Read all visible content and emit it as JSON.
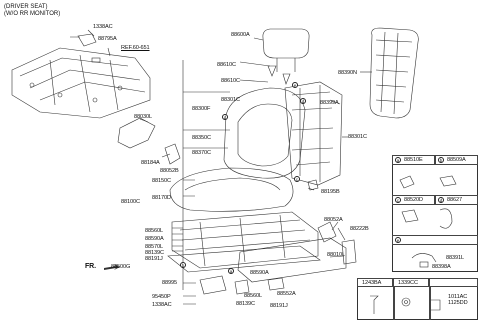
{
  "header": {
    "line1": "(DRIVER SEAT)",
    "line2": "(W/O RR MONITOR)"
  },
  "ref": "REF.60-651",
  "direction": "FR.",
  "labels": {
    "p1338AC_top": "1338AC",
    "p88795A": "88795A",
    "p88600A": "88600A",
    "p88610C_a": "88610C",
    "p88610C_b": "88610C",
    "p88301C_a": "88301C",
    "p88300F": "88300F",
    "p88390N": "88390N",
    "p88399A": "88399A",
    "p88030L": "88030L",
    "p88350C": "88350C",
    "p88370C": "88370C",
    "p88301C_b": "88301C",
    "p88184A": "88184A",
    "p88052B": "88052B",
    "p88150C": "88150C",
    "p88195B": "88195B",
    "p88100C": "88100C",
    "p88170D": "88170D",
    "p88560L_a": "88560L",
    "p88590A_a": "88590A",
    "p88570L": "88570L",
    "p88139C_a": "88139C",
    "p88191J_a": "88191J",
    "p88500G": "88500G",
    "p88995": "88995",
    "p95450P": "95450P",
    "p1338AC_bot": "1338AC",
    "p88590A_b": "88590A",
    "p88560L_b": "88560L",
    "p88139C_b": "88139C",
    "p88552A": "88552A",
    "p88191J_b": "88191J",
    "p88052A": "88052A",
    "p88222B": "88222B",
    "p88010L": "88010L"
  },
  "table": {
    "a_code": "88510E",
    "b_code": "88509A",
    "c_code": "88520D",
    "d_code": "88627",
    "e_code1": "88391L",
    "e_code2": "88398A",
    "col1": "1243BA",
    "col2": "1339CC",
    "col3a": "1011AC",
    "col3b": "1125DD"
  },
  "callouts": {
    "a": "a",
    "b": "b",
    "c": "c",
    "d": "d",
    "e": "e"
  }
}
